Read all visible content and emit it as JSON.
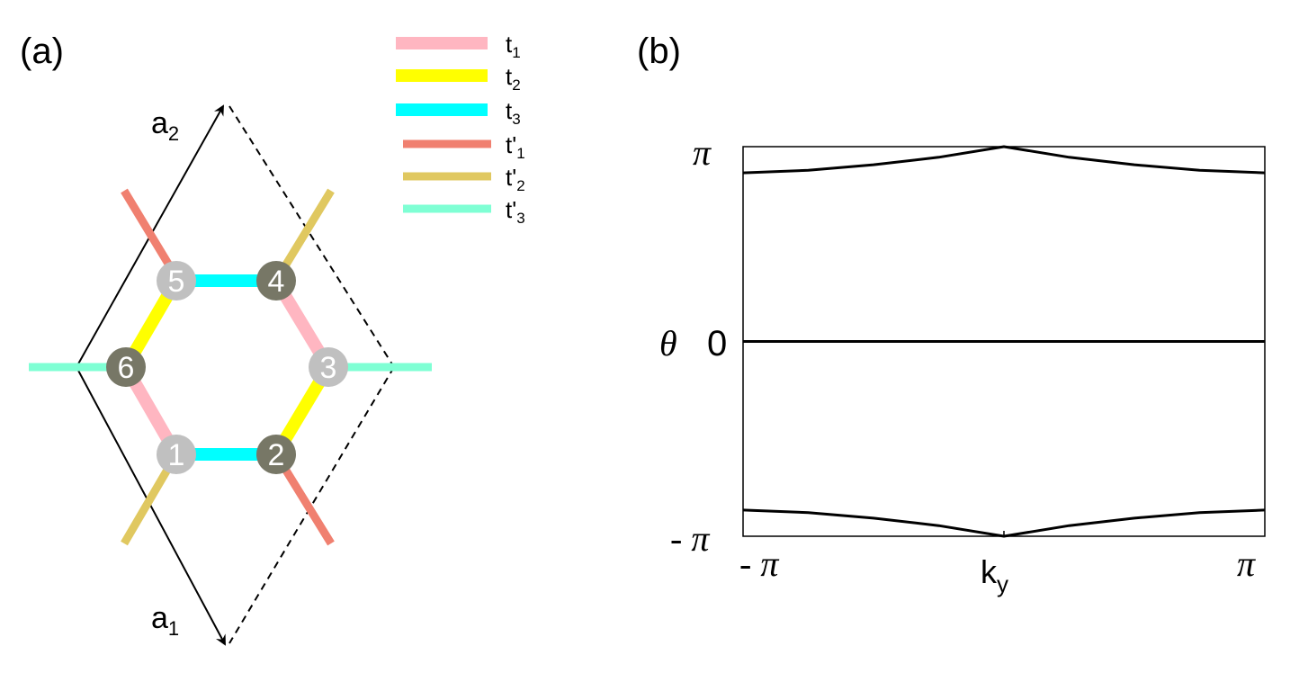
{
  "panel_a": {
    "label": "(a)",
    "lattice_vectors": {
      "a1": {
        "base": "a",
        "sub": "1"
      },
      "a2": {
        "base": "a",
        "sub": "2"
      }
    },
    "legend": [
      {
        "base": "t",
        "prime": "",
        "sub": "1",
        "color": "#ffb6c1"
      },
      {
        "base": "t",
        "prime": "",
        "sub": "2",
        "color": "#ffff00"
      },
      {
        "base": "t",
        "prime": "",
        "sub": "3",
        "color": "#00ffff"
      },
      {
        "base": "t",
        "prime": "'",
        "sub": "1",
        "color": "#f08070"
      },
      {
        "base": "t",
        "prime": "'",
        "sub": "2",
        "color": "#e0c860"
      },
      {
        "base": "t",
        "prime": "'",
        "sub": "3",
        "color": "#7fffd4"
      }
    ],
    "sites": [
      {
        "label": "1",
        "color": "#c0c0c0"
      },
      {
        "label": "2",
        "color": "#777766"
      },
      {
        "label": "3",
        "color": "#c0c0c0"
      },
      {
        "label": "4",
        "color": "#777766"
      },
      {
        "label": "5",
        "color": "#c0c0c0"
      },
      {
        "label": "6",
        "color": "#777766"
      }
    ],
    "bonds": [
      {
        "from": "1",
        "to": "2",
        "type": "t3"
      },
      {
        "from": "2",
        "to": "3",
        "type": "t2"
      },
      {
        "from": "3",
        "to": "4",
        "type": "t1"
      },
      {
        "from": "4",
        "to": "5",
        "type": "t3"
      },
      {
        "from": "5",
        "to": "6",
        "type": "t2"
      },
      {
        "from": "6",
        "to": "1",
        "type": "t1"
      }
    ],
    "external_bonds": [
      {
        "site": "5",
        "type": "t'1"
      },
      {
        "site": "2",
        "type": "t'1"
      },
      {
        "site": "4",
        "type": "t'2"
      },
      {
        "site": "1",
        "type": "t'2"
      },
      {
        "site": "6",
        "type": "t'3"
      },
      {
        "site": "3",
        "type": "t'3"
      }
    ]
  },
  "panel_b": {
    "label": "(b)",
    "chart_data": {
      "type": "line",
      "x_label": {
        "base": "k",
        "sub": "y"
      },
      "y_label": "θ",
      "xlim": [
        -3.14159,
        3.14159
      ],
      "ylim": [
        -3.14159,
        3.14159
      ],
      "x_ticks": [
        "- π",
        "π"
      ],
      "y_ticks": [
        "π",
        "0",
        "- π"
      ],
      "series": [
        {
          "x": [
            -3.14159,
            -2.3562,
            -1.5708,
            -0.7854,
            0,
            0.7854,
            1.5708,
            2.3562,
            3.14159
          ],
          "y": [
            2.72,
            2.76,
            2.85,
            2.97,
            3.14159,
            2.97,
            2.85,
            2.76,
            2.72
          ]
        },
        {
          "x": [
            -3.14159,
            0,
            3.14159
          ],
          "y": [
            0,
            0,
            0
          ]
        },
        {
          "x": [
            -3.14159,
            -2.3562,
            -1.5708,
            -0.7854,
            0,
            0.7854,
            1.5708,
            2.3562,
            3.14159
          ],
          "y": [
            -2.72,
            -2.76,
            -2.85,
            -2.97,
            -3.14159,
            -2.97,
            -2.85,
            -2.76,
            -2.72
          ]
        }
      ]
    }
  }
}
